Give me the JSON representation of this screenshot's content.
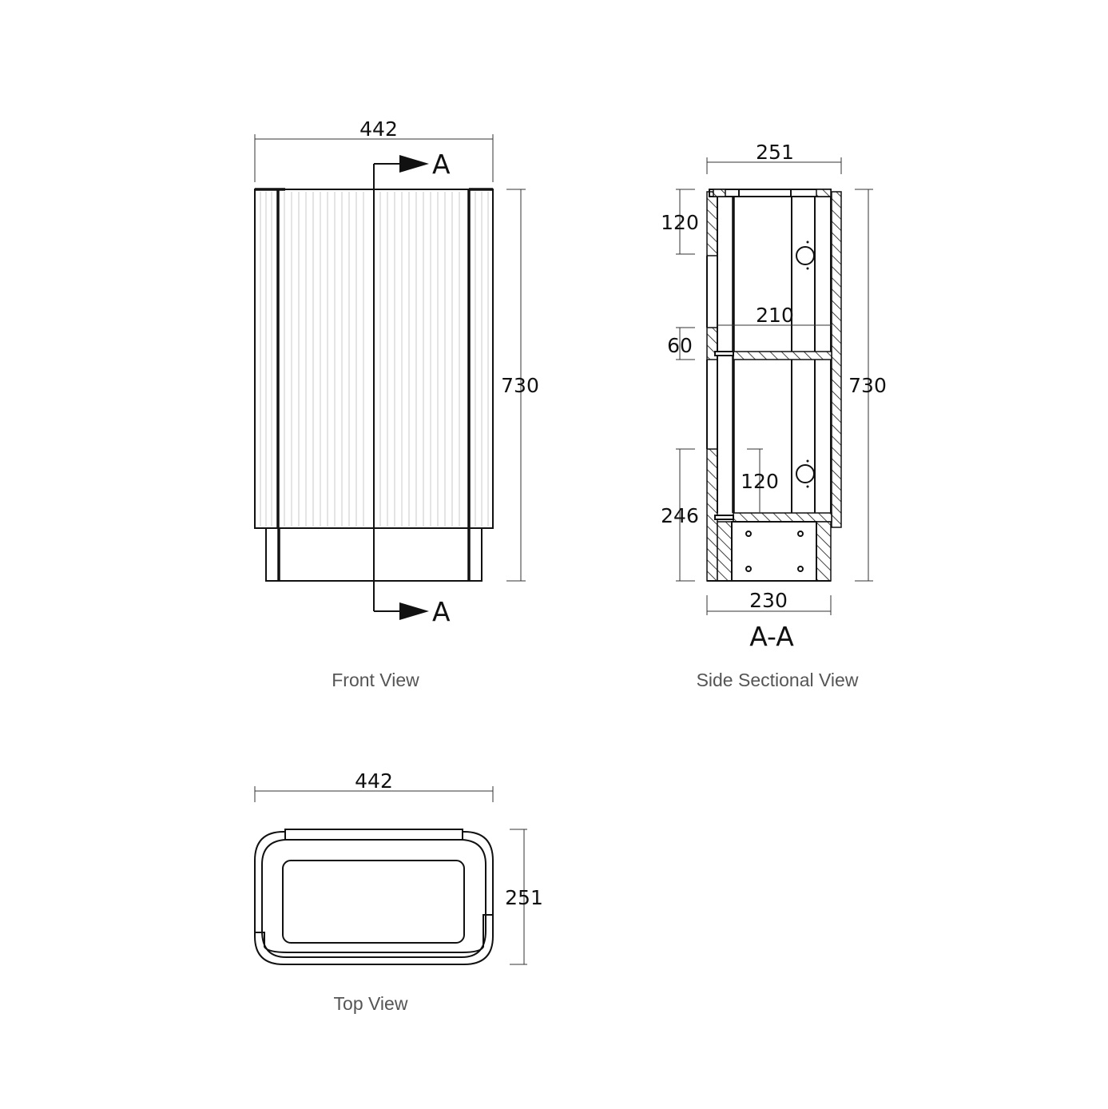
{
  "colors": {
    "line": "#111111",
    "caption": "#555555",
    "flute": "#c8c8c8",
    "background": "#ffffff"
  },
  "front_view": {
    "caption": "Front View",
    "width_dim": "442",
    "height_dim": "730",
    "section_marker_top": "A",
    "section_marker_bottom": "A"
  },
  "side_view": {
    "caption": "Side Sectional View",
    "section_label": "A-A",
    "depth_dim": "251",
    "base_depth_dim": "230",
    "height_dim": "730",
    "top_panel_dim": "120",
    "shelf_gap_dim": "60",
    "inner_depth_dim": "210",
    "lower_opening_dim": "120",
    "lower_panel_dim": "246"
  },
  "top_view": {
    "caption": "Top View",
    "width_dim": "442",
    "depth_dim": "251"
  }
}
